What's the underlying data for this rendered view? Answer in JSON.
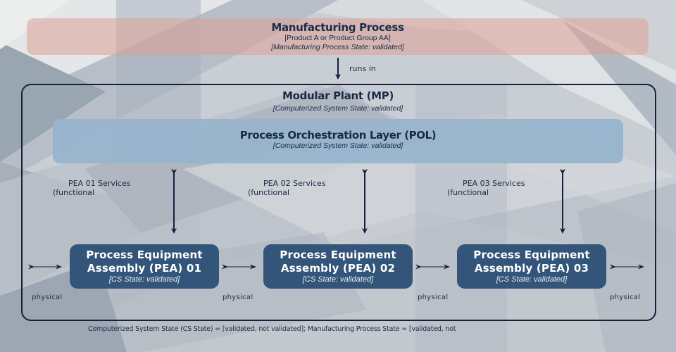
{
  "manufacturing_process": {
    "title": "Manufacturing Process",
    "product": "[Product A or Product Group AA]",
    "state": "[Manufacturing Process State: validated]"
  },
  "runs_in_label": "runs in",
  "modular_plant": {
    "title": "Modular Plant (MP)",
    "state": "[Computerized System State: validated]"
  },
  "pol": {
    "title": "Process Orchestration Layer (POL)",
    "state": "[Computerized System State: validated]"
  },
  "services": [
    {
      "line1": "PEA 01 Services",
      "line2": "(functional"
    },
    {
      "line1": "PEA 02 Services",
      "line2": "(functional"
    },
    {
      "line1": "PEA 03 Services",
      "line2": "(functional"
    }
  ],
  "peas": [
    {
      "line1": "Process Equipment",
      "line2": "Assembly (PEA) 01",
      "state": "[CS State: validated]"
    },
    {
      "line1": "Process Equipment",
      "line2": "Assembly (PEA) 02",
      "state": "[CS State: validated]"
    },
    {
      "line1": "Process Equipment",
      "line2": "Assembly (PEA) 03",
      "state": "[CS State: validated]"
    }
  ],
  "physical_labels": [
    "physical",
    "physical",
    "physical",
    "physical"
  ],
  "footer_note": "Computerized System State (CS State) = [validated, not validated]; Manufacturing Process State = [validated, not",
  "colors": {
    "navy": "#15213d",
    "pea_fill": "#33557a",
    "pol_fill": "#96b4cd",
    "mfg_fill": "#dda096"
  }
}
